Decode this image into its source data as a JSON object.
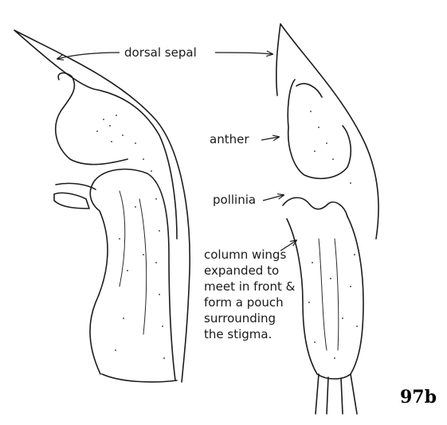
{
  "labels": {
    "dorsal_sepal": "dorsal sepal",
    "anther": "anther",
    "pollinia": "pollinia",
    "column_wings": [
      "column wings",
      "expanded to",
      "meet in front &",
      "form a pouch",
      "surrounding",
      "the stigma."
    ]
  },
  "plate_number": "97b",
  "colors": {
    "ink": "#1c1c1c",
    "stipple": "#555555",
    "background": "#ffffff"
  }
}
